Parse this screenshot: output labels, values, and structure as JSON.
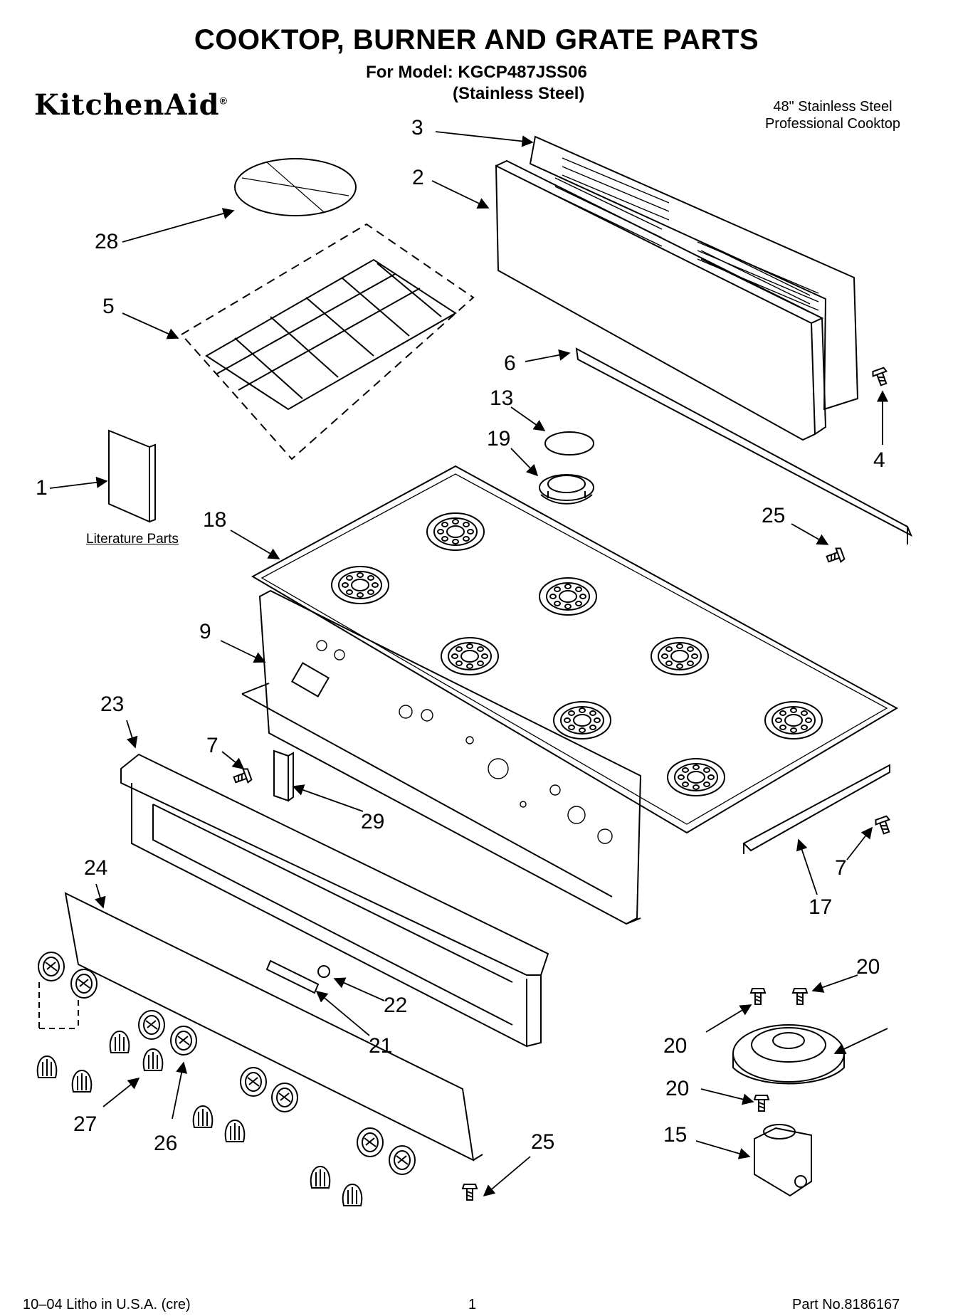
{
  "header": {
    "title": "COOKTOP, BURNER AND GRATE PARTS",
    "model": "For Model: KGCP487JSS06",
    "material": "(Stainless Steel)",
    "brand": "KitchenAid",
    "brand_mark": "®",
    "description_line1": "48\" Stainless Steel",
    "description_line2": "Professional Cooktop"
  },
  "literature_label": "Literature Parts",
  "callouts": [
    {
      "id": "c3",
      "label": "3"
    },
    {
      "id": "c2",
      "label": "2"
    },
    {
      "id": "c28",
      "label": "28"
    },
    {
      "id": "c5",
      "label": "5"
    },
    {
      "id": "c6",
      "label": "6"
    },
    {
      "id": "c13",
      "label": "13"
    },
    {
      "id": "c19",
      "label": "19"
    },
    {
      "id": "c4",
      "label": "4"
    },
    {
      "id": "c1",
      "label": "1"
    },
    {
      "id": "c18",
      "label": "18"
    },
    {
      "id": "c25a",
      "label": "25"
    },
    {
      "id": "c9",
      "label": "9"
    },
    {
      "id": "c23",
      "label": "23"
    },
    {
      "id": "c7a",
      "label": "7"
    },
    {
      "id": "c29",
      "label": "29"
    },
    {
      "id": "c7b",
      "label": "7"
    },
    {
      "id": "c17",
      "label": "17"
    },
    {
      "id": "c24",
      "label": "24"
    },
    {
      "id": "c20a",
      "label": "20"
    },
    {
      "id": "c22",
      "label": "22"
    },
    {
      "id": "c21",
      "label": "21"
    },
    {
      "id": "c20b",
      "label": "20"
    },
    {
      "id": "c20c",
      "label": "20"
    },
    {
      "id": "c27",
      "label": "27"
    },
    {
      "id": "c26",
      "label": "26"
    },
    {
      "id": "c25b",
      "label": "25"
    },
    {
      "id": "c15",
      "label": "15"
    }
  ],
  "footer": {
    "left": "10–04 Litho in U.S.A. (cre)",
    "page": "1",
    "part_no": "Part No.8186167"
  }
}
